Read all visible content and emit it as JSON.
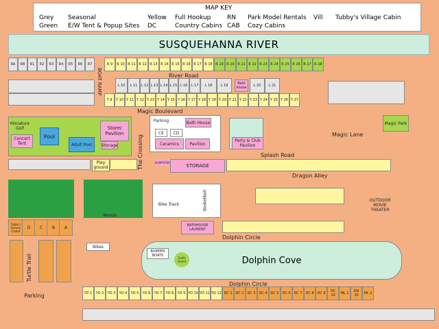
{
  "map_key": {
    "title": "MAP KEY",
    "entries": [
      {
        "code": "Grey",
        "meaning": "Green"
      },
      {
        "code": "Seasonal",
        "meaning": "E/W Tent & Popup Sites"
      },
      {
        "code": "Yellow",
        "meaning": "DC"
      },
      {
        "code": "Full Hookup",
        "meaning": "Country Cabins"
      },
      {
        "code": "RN",
        "meaning": "CAB"
      },
      {
        "code": "Park Model Rentals",
        "meaning": "Cozy Cabins"
      },
      {
        "code": "Vill",
        "meaning": ""
      },
      {
        "code": "Tubby's Village Cabin",
        "meaning": ""
      }
    ]
  },
  "river": "SUSQUEHANNA RIVER",
  "roads": {
    "river_road": "River Road",
    "magic_boulevard": "Magic Boulevard",
    "magic_lane": "Magic Lane",
    "splash_road": "Splash Road",
    "dragon_alley": "Dragon Alley",
    "the_crossing": "The Crossing",
    "dolphin_circle_top": "Dolphin Circle",
    "dolphin_circle_bottom": "Dolphin Circle",
    "turtle_trail": "Turtle Trail",
    "boat_ramp": "BOAT RAMP",
    "woods": "Woods",
    "parking_bottom": "Parking"
  },
  "facilities": {
    "miniature_golf": "Miniature Golf",
    "concert_tent": "Concert Tent",
    "pool": "Pool",
    "adult_pool": "Adult Pool",
    "store_pavilion": "Store/ Pavilion",
    "storage_small": "Storage",
    "playground": "Play ground",
    "parking": "Parking",
    "bath_house_top": "Bath House",
    "ce": "CE",
    "cd": "CD",
    "ceramics": "Ceramics",
    "pavilion": "Pavilion",
    "storage": "STORAGE",
    "dumpster": "DUMPSTER",
    "party_club": "Party & Club Pavilion",
    "bike_track": "Bike Track",
    "basketball": "Basketball",
    "bathhouse_laundry": "BATHHOUSE LAUNDRY",
    "dolphin_cove": "Dolphin Cove",
    "bumper_boats": "BUMPER BOATS",
    "turtle_island": "Turtle Island",
    "bikes": "Bikes",
    "outdoor_theater": "OUTDOOR MOVIE THEATER",
    "magic_park": "Magic Park",
    "bath_house_mid": "Bath house",
    "tubbys": "Tubby's Deluxe Chalet",
    "cabin_d": "D",
    "cabin_c": "C",
    "cabin_b": "B",
    "cabin_a": "A"
  },
  "lots": {
    "river_r": [
      "RA",
      "RB",
      "R1",
      "R2",
      "R3",
      "R4",
      "R5",
      "R6",
      "R7"
    ],
    "row_r_top": [
      "R 9",
      "R 10",
      "R 11",
      "R 12",
      "R 13",
      "R 14",
      "R 15",
      "R 16",
      "R 17",
      "R 18",
      "R 19",
      "R 20",
      "R 21",
      "R 22",
      "R 23",
      "R 24",
      "R 25",
      "R 26",
      "R 27",
      "R 28"
    ],
    "row_l": [
      "L 10",
      "L 11",
      "L 12",
      "L 13",
      "L 14",
      "L 15",
      "L 16",
      "L 17",
      "L 18",
      "L 19",
      "L 20",
      "L 21"
    ],
    "row_y": [
      "Y 9",
      "Y 10",
      "Y 11",
      "Y 12",
      "Y 13",
      "Y 14",
      "Y 15",
      "Y 16",
      "Y 17",
      "Y 18",
      "Y 19",
      "Y 20",
      "Y 21",
      "Y 22",
      "Y 23",
      "Y 24",
      "Y 25",
      "Y 26",
      "Y 27"
    ],
    "row_dc_bottom": [
      "YD 1",
      "YD 2",
      "YD 3",
      "YD 4",
      "YD 5",
      "YD 6",
      "YD 7",
      "YD 8",
      "YD 9",
      "YD 10",
      "YD 11",
      "YD 12",
      "DC 1",
      "DC 2",
      "DC 3",
      "DC 4",
      "DC 5",
      "DC 6",
      "DC 7",
      "DC 8",
      "DC 9",
      "DC 10",
      "ML 1",
      "RN 20",
      "ML 2"
    ]
  }
}
